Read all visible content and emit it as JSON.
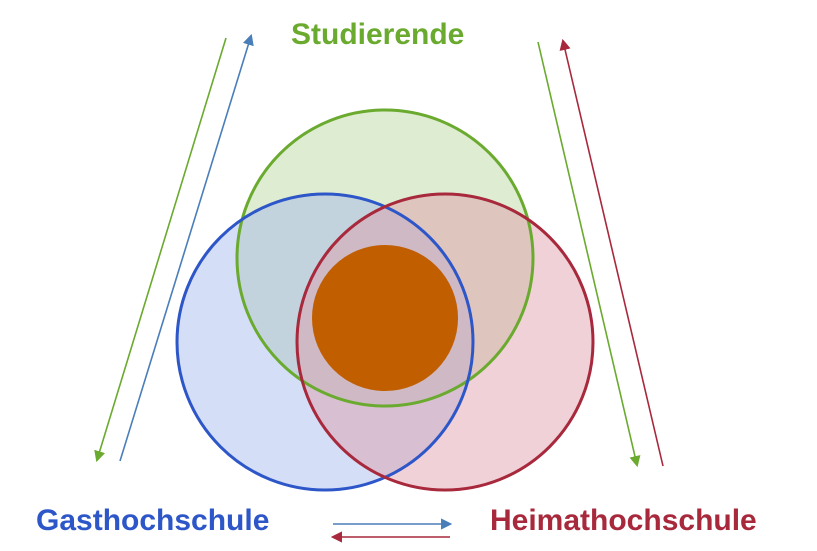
{
  "labels": {
    "students": "Studierende",
    "host_university": "Gasthochschule",
    "home_university": "Heimathochschule"
  },
  "colors": {
    "students": "#6aaa2e",
    "students_fill": "#dcebd0",
    "host_university": "#2d56c8",
    "host_university_fill": "#b3c5ee",
    "home_university": "#a8283c",
    "home_university_fill": "#e8b5be",
    "center_core": "#c05e00",
    "arrow_blue": "#4a7eb8",
    "arrow_green": "#6aaa2e",
    "arrow_red": "#a8283c"
  }
}
